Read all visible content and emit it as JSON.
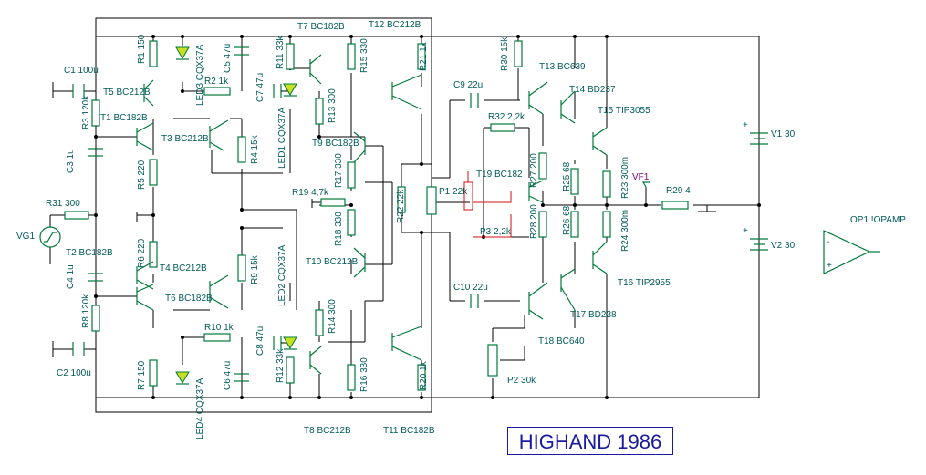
{
  "title": "HIGHAND 1986",
  "labels": {
    "c1": "C1 100u",
    "c2": "C2 100u",
    "c3": "C3 1u",
    "c4": "C4 1u",
    "c5": "C5 47u",
    "c6": "C6 47u",
    "c7": "C7 47u",
    "c8": "C8 47u",
    "c9": "C9 22u",
    "c10": "C10 22u",
    "r1": "R1 150",
    "r2": "R2 1k",
    "r3": "R3 120k",
    "r4": "R4 15k",
    "r5": "R5 220",
    "r6": "R6 220",
    "r7": "R7 150",
    "r8": "R8 120k",
    "r9": "R9 15k",
    "r10": "R10 1k",
    "r11": "R11 33k",
    "r12": "R12 33k",
    "r13": "R13 300",
    "r14": "R14 300",
    "r15": "R15 330",
    "r16": "R16 330",
    "r17": "R17 330",
    "r18": "R18 330",
    "r19": "R19 4,7k",
    "r20": "R20 1k",
    "r21": "R21 1k",
    "r22": "R22 22k",
    "r23": "R23 300m",
    "r24": "R24 300m",
    "r25": "R25 68",
    "r26": "R26 68",
    "r27": "R27 200",
    "r28": "R28 200",
    "r29": "R29 4",
    "r30": "R30 15k",
    "r31": "R31 300",
    "r32": "R32 2,2k",
    "p1": "P1 22k",
    "p2": "P2 30k",
    "p3": "P3 2,2k",
    "t1": "T1 BC182B",
    "t2": "T2 BC182B",
    "t3": "T3 BC212B",
    "t4": "T4 BC212B",
    "t5": "T5 BC212B",
    "t6": "T6 BC182B",
    "t7": "T7 BC182B",
    "t8": "T8 BC212B",
    "t9": "T9 BC182B",
    "t10": "T10 BC212B",
    "t11": "T11 BC182B",
    "t12": "T12 BC212B",
    "t13": "T13 BC639",
    "t14": "T14 BD237",
    "t15": "T15 TIP3055",
    "t16": "T16 TIP2955",
    "t17": "T17 BD238",
    "t18": "T18 BC640",
    "t19": "T19 BC182",
    "led1": "LED1 CQX37A",
    "led2": "LED2 CQX37A",
    "led3": "LED3 CQX37A",
    "led4": "LED4 CQX37A",
    "v1": "V1 30",
    "v2": "V2 30",
    "vg1": "VG1",
    "vf1": "VF1",
    "op1": "OP1 !OPAMP",
    "plus": "+",
    "minus": "-"
  }
}
